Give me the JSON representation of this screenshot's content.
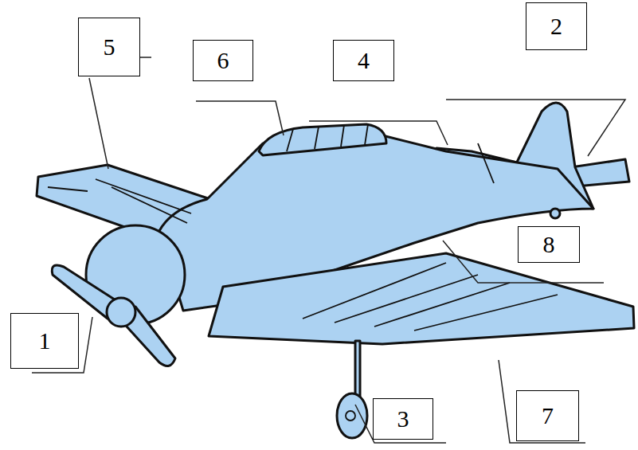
{
  "diagram": {
    "nodes": [
      {
        "text": [
          "5"
        ]
      },
      {
        "text": [
          "6"
        ]
      },
      {
        "text": [
          "4"
        ]
      },
      {
        "text": [
          "2"
        ]
      },
      {
        "text": [
          "8"
        ]
      },
      {
        "text": [
          "1"
        ]
      },
      {
        "text": [
          "3"
        ]
      },
      {
        "text": [
          "7"
        ]
      }
    ]
  }
}
